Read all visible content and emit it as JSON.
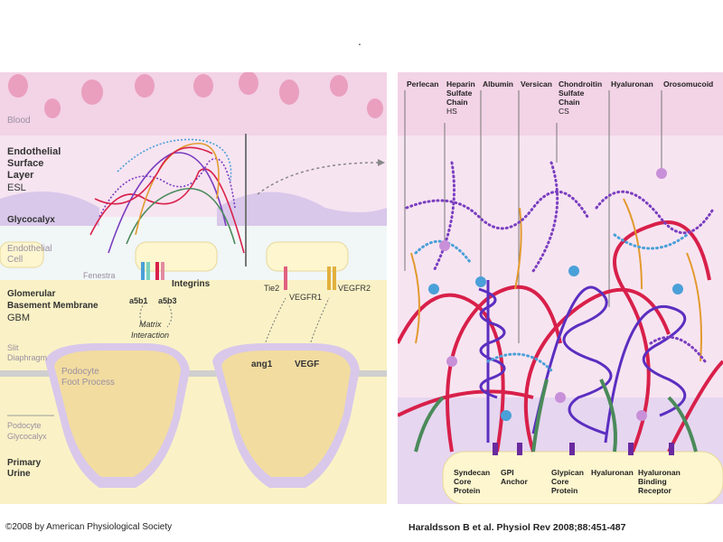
{
  "title_mark": ".",
  "left_panel": {
    "layers": {
      "blood": "Blood",
      "esl_line1": "Endothelial",
      "esl_line2": "Surface",
      "esl_line3": "Layer",
      "esl_abbr": "ESL",
      "glycocalyx": "Glycocalyx",
      "endo_cell_line1": "Endothelial",
      "endo_cell_line2": "Cell",
      "fenestra": "Fenestra",
      "gbm_line1": "Glomerular",
      "gbm_line2": "Basement Membrane",
      "gbm_abbr": "GBM",
      "slit_line1": "Slit",
      "slit_line2": "Diaphragm",
      "podo_line1": "Podocyte",
      "podo_line2": "Foot Process",
      "podo_glyco_line1": "Podocyte",
      "podo_glyco_line2": "Glycocalyx",
      "urine_line1": "Primary",
      "urine_line2": "Urine"
    },
    "receptors": {
      "integrins": "Integrins",
      "a5b1": "a5b1",
      "a5b3": "a5b3",
      "matrix_line1": "Matrix",
      "matrix_line2": "Interaction",
      "tie2": "Tie2",
      "vegfr1": "VEGFR1",
      "vegfr2": "VEGFR2",
      "ang1": "ang1",
      "vegf": "VEGF"
    }
  },
  "right_panel": {
    "top_labels": [
      [
        "Perlecan"
      ],
      [
        "Heparin",
        "Sulfate",
        "Chain",
        "HS"
      ],
      [
        "Albumin"
      ],
      [
        "Versican"
      ],
      [
        "Chondroitin",
        "Sulfate",
        "Chain",
        "CS"
      ],
      [
        "Hyaluronan"
      ],
      [
        "Orosomucoid"
      ]
    ],
    "bottom_labels": [
      [
        "Syndecan",
        "Core",
        "Protein"
      ],
      [
        "GPI",
        "Anchor"
      ],
      [
        "Glypican",
        "Core",
        "Protein"
      ],
      [
        "Hyaluronan"
      ],
      [
        "Hyaluronan",
        "Binding",
        "Receptor"
      ]
    ]
  },
  "footer": {
    "copyright": "©2008 by American Physiological Society",
    "citation": "Haraldsson B et al. Physiol Rev 2008;88:451-487"
  },
  "colors": {
    "blood_bg": "#f3d3e6",
    "esl_bg": "#f7e4f1",
    "glycocalyx": "#d9c8ea",
    "cell": "#fdf6cf",
    "gbm": "#f1f6f6",
    "podocyte": "#f2dca0",
    "urine": "#faf2c6",
    "rbc": "#ea9fbf",
    "purple_chain": "#7a3ec0",
    "red_chain": "#d8204a",
    "orange_chain": "#e29a2e",
    "green_chain": "#4a8a5a",
    "blue_dots": "#4aa0d8"
  }
}
